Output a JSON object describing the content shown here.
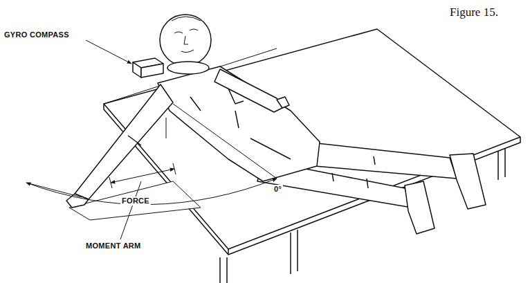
{
  "diagram": {
    "caption": "Figure 15.",
    "labels": [
      "GYRO COMPASS",
      "FORCE",
      "MOMENT ARM",
      "0°"
    ]
  }
}
